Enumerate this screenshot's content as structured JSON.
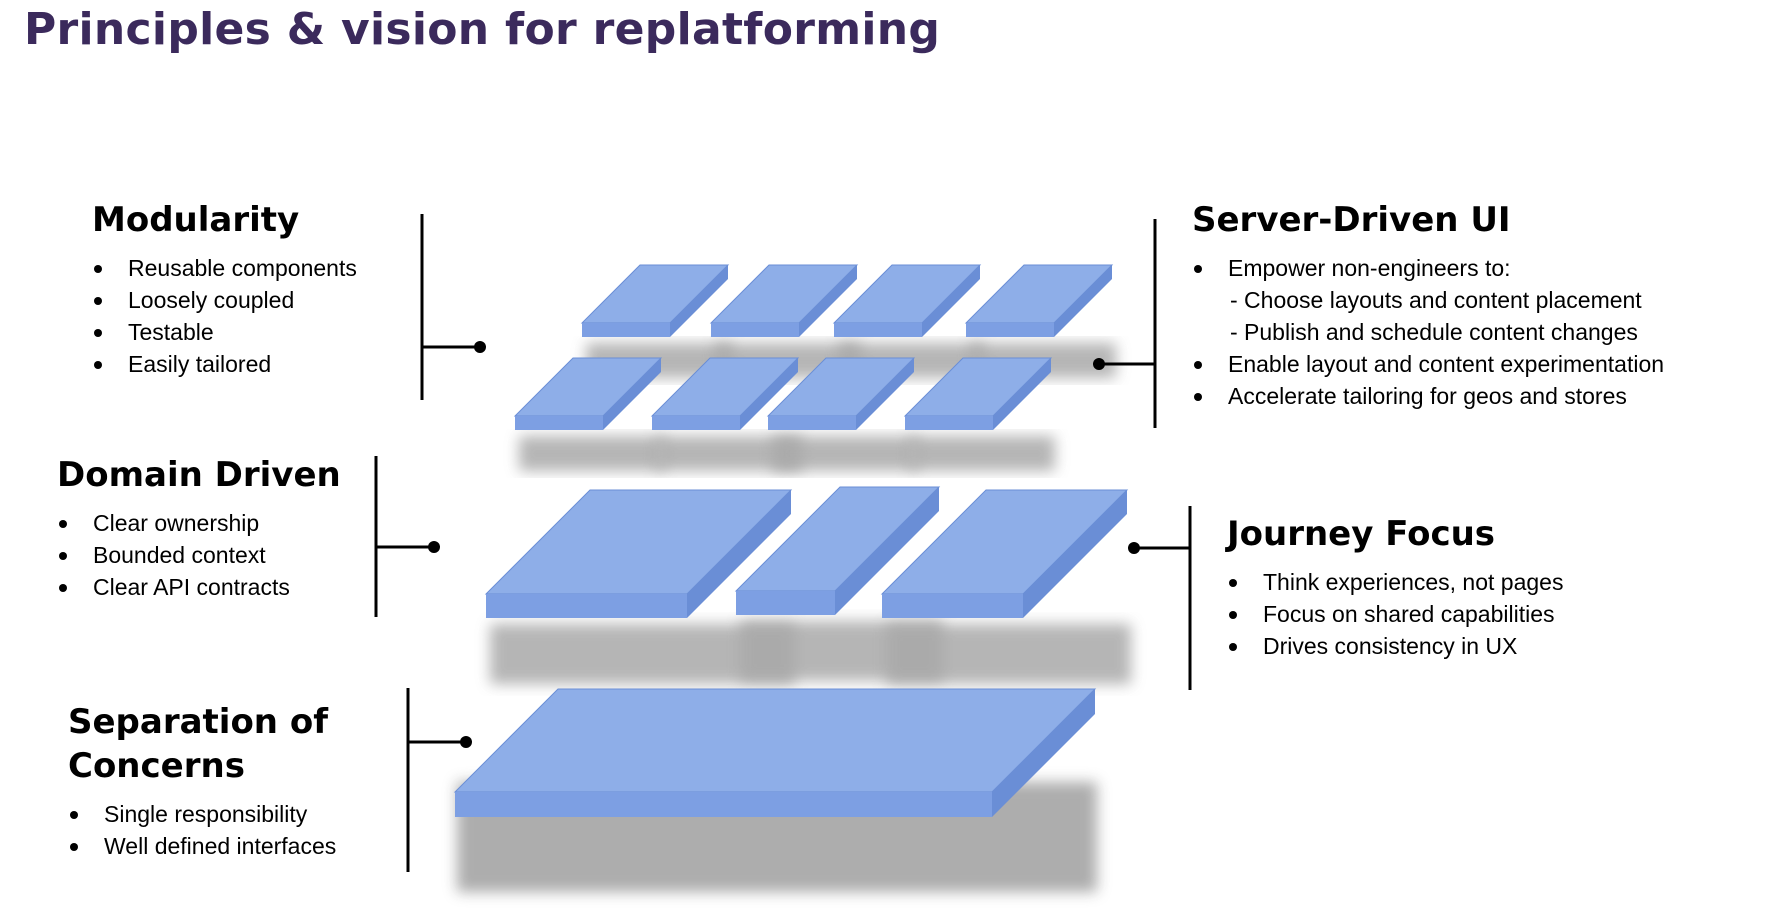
{
  "title": "Principles & vision for replatforming",
  "colors": {
    "title": "#3b2a5c",
    "block_top": "#8eaee8",
    "block_front": "#7d9fe3",
    "block_side": "#6a8ed6",
    "shadow": "#a9a9a9"
  },
  "sections": {
    "modularity": {
      "heading": "Modularity",
      "items": [
        "Reusable components",
        "Loosely coupled",
        "Testable",
        "Easily tailored"
      ]
    },
    "domain_driven": {
      "heading": "Domain Driven",
      "items": [
        "Clear ownership",
        "Bounded context",
        "Clear API contracts"
      ]
    },
    "separation": {
      "heading_line1": "Separation of",
      "heading_line2": "Concerns",
      "items": [
        "Single responsibility",
        "Well defined interfaces"
      ]
    },
    "server_driven": {
      "heading": "Server-Driven UI",
      "items": [
        "Empower non-engineers to:",
        "- Choose layouts and content placement",
        "- Publish and schedule content changes",
        "Enable layout and content experimentation",
        "Accelerate tailoring for geos and stores"
      ]
    },
    "journey": {
      "heading": "Journey Focus",
      "items": [
        "Think experiences, not pages",
        "Focus on shared capabilities",
        "Drives consistency in UX"
      ]
    }
  }
}
